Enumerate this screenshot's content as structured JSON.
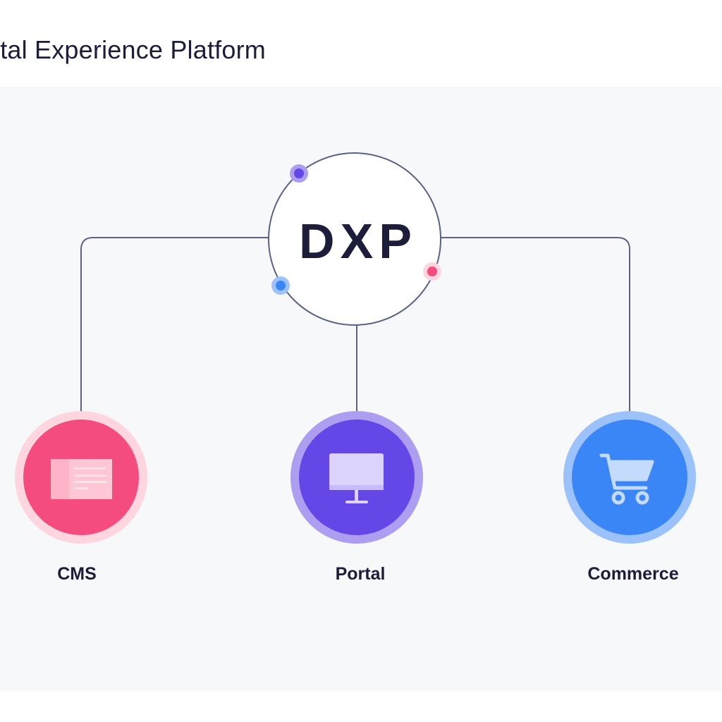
{
  "header": {
    "title": "ital Experience Platform"
  },
  "hub": {
    "label": "DXP"
  },
  "nodes": [
    {
      "id": "cms",
      "label": "CMS",
      "icon": "document-icon",
      "color": "#f44c7f",
      "ring": "#ffd5df"
    },
    {
      "id": "portal",
      "label": "Portal",
      "icon": "monitor-icon",
      "color": "#6547e8",
      "ring": "#ad9ef2"
    },
    {
      "id": "commerce",
      "label": "Commerce",
      "icon": "shopping-cart-icon",
      "color": "#3a86f6",
      "ring": "#9cc2fb"
    }
  ],
  "colors": {
    "connector": "#5a6186",
    "text": "#1b1d3a",
    "panel": "#f7f8fa",
    "dot_purple": "#6547e8",
    "dot_blue": "#3a86f6",
    "dot_pink": "#f44c7f"
  }
}
